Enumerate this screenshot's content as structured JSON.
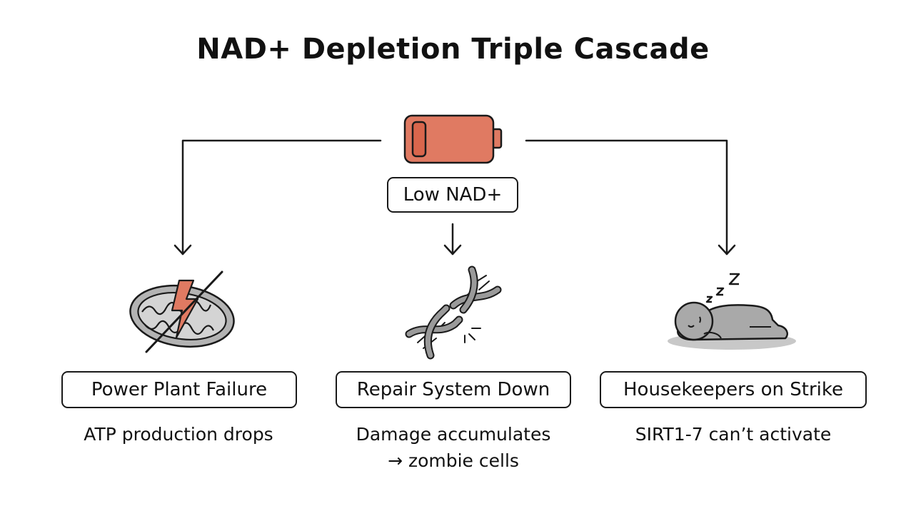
{
  "title": "NAD+ Depletion Triple Cascade",
  "center": {
    "icon": "low-battery-icon",
    "label": "Low NAD+"
  },
  "branches": [
    {
      "icon": "broken-mitochondria-icon",
      "label": "Power Plant Failure",
      "description": [
        "ATP production drops"
      ]
    },
    {
      "icon": "broken-dna-icon",
      "label": "Repair System Down",
      "description": [
        "Damage accumulates",
        "→ zombie cells"
      ]
    },
    {
      "icon": "sleeping-person-icon",
      "label": "Housekeepers on Strike",
      "description": [
        "SIRT1-7 can’t activate"
      ]
    }
  ],
  "colors": {
    "accent": "#e07a62",
    "accent_dark": "#d9664c",
    "icon_gray": "#a9a9a9",
    "stroke": "#1a1a1a"
  }
}
